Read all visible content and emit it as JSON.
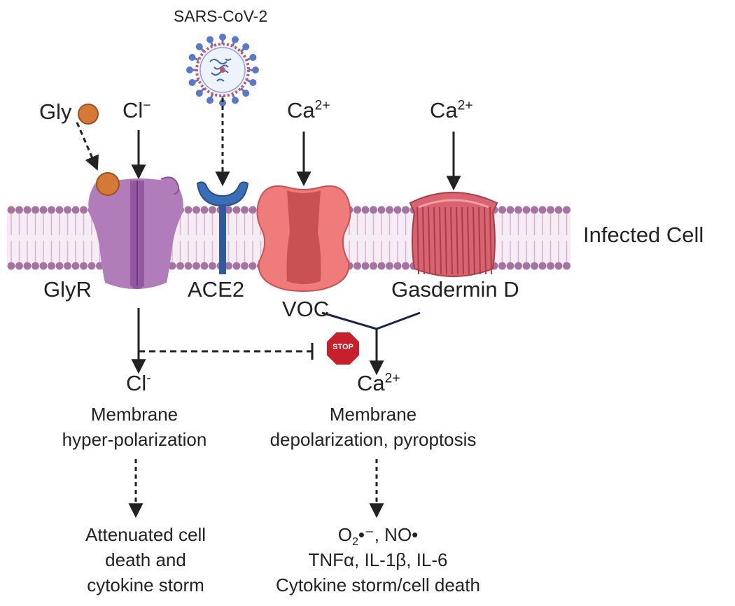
{
  "labels": {
    "virus": "SARS-CoV-2",
    "gly": "Gly",
    "cl_top": "Cl",
    "cl_top_sup": "−",
    "ca_voc": "Ca",
    "ca_voc_sup": "2+",
    "ca_gsdmd": "Ca",
    "ca_gsdmd_sup": "2+",
    "infected_cell": "Infected Cell",
    "glyr": "GlyR",
    "ace2": "ACE2",
    "voc": "VOC",
    "gasdermin": "Gasdermin D",
    "stop": "STOP",
    "cl_bottom": "Cl",
    "cl_bottom_sup": "-",
    "ca_bottom": "Ca",
    "ca_bottom_sup": "2+"
  },
  "left_outcome": {
    "effect_line1": "Membrane",
    "effect_line2": "hyper-polarization",
    "result_line1": "Attenuated cell",
    "result_line2": "death and",
    "result_line3": "cytokine storm"
  },
  "right_outcome": {
    "effect_line1": "Membrane",
    "effect_line2": "depolarization, pyroptosis",
    "o2": "O",
    "o2_sub": "2",
    "o2_rest": "•⁻, NO•",
    "result_line2": "TNFα, IL-1β, IL-6",
    "result_line3": "Cytokine storm/cell death"
  },
  "colors": {
    "membrane_head": "#a5739f",
    "membrane_tail": "#e3c3df",
    "glyr": "#b07cba",
    "glyr_dark": "#8c4f98",
    "gly_ball": "#d57a36",
    "ace2": "#3a6fb7",
    "voc": "#ef7c7a",
    "voc_dark": "#c95153",
    "gsdmd": "#d9636e",
    "gsdmd_dark": "#a63e4a",
    "virus_spike": "#5a78c8",
    "virus_ring": "#c2566e",
    "stop": "#c8202a"
  }
}
